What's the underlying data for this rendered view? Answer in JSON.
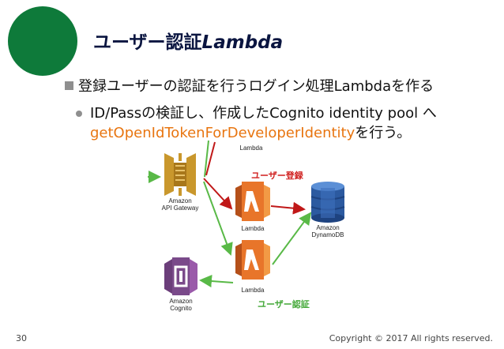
{
  "slide": {
    "title_jp": "ユーザー認証",
    "title_en": "Lambda",
    "bullet1": "登録ユーザーの認証を行うログイン処理Lambdaを作る",
    "bullet2_text": "ID/Passの検証し、作成したCognito identity pool へ",
    "bullet2_method": "getOpenIdTokenForDeveloperIdentity",
    "bullet2_suffix": "を行う。",
    "page_number": "30",
    "copyright": "Copyright © 2017 All rights reserved."
  },
  "diagram": {
    "lambda_top_label": "Lambda",
    "api_gateway_label_1": "Amazon",
    "api_gateway_label_2": "API Gateway",
    "lambda_register_label": "Lambda",
    "lambda_auth_label": "Lambda",
    "dynamodb_label_1": "Amazon",
    "dynamodb_label_2": "DynamoDB",
    "cognito_label_1": "Amazon",
    "cognito_label_2": "Cognito",
    "register_label": "ユーザー登録",
    "auth_label": "ユーザー認証"
  },
  "colors": {
    "title": "#0a1540",
    "accent_green": "#0e7a3a",
    "method_orange": "#e87510",
    "register_red": "#d0201f",
    "auth_green": "#43a838"
  },
  "icons": [
    "api-gateway-icon",
    "lambda-icon",
    "dynamodb-icon",
    "cognito-icon"
  ]
}
